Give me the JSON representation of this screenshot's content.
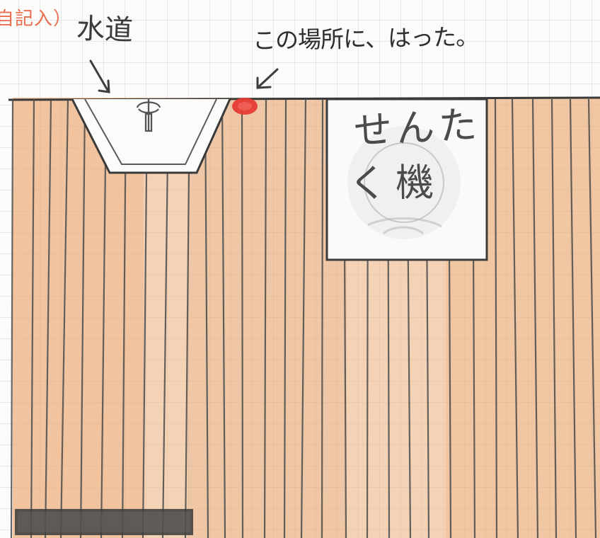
{
  "labels": {
    "header_note": "自記入）",
    "water": "水道",
    "location_note": "この場所に、はった。",
    "sign_line1": "せんた",
    "sign_line2": "く機"
  },
  "icons": {
    "pointer_water": "arrow-down-right-icon",
    "pointer_spot": "arrow-down-left-icon",
    "faucet": "faucet-icon",
    "marker": "red-dot-icon"
  },
  "colors": {
    "paper": "#fbfbfa",
    "grid": "#b8c0c8",
    "wood": "#e7a56a",
    "pencil": "#3a3a3a",
    "red_marker": "#e53b35",
    "header_text": "#e96d4e",
    "dark_bar": "#444444"
  }
}
